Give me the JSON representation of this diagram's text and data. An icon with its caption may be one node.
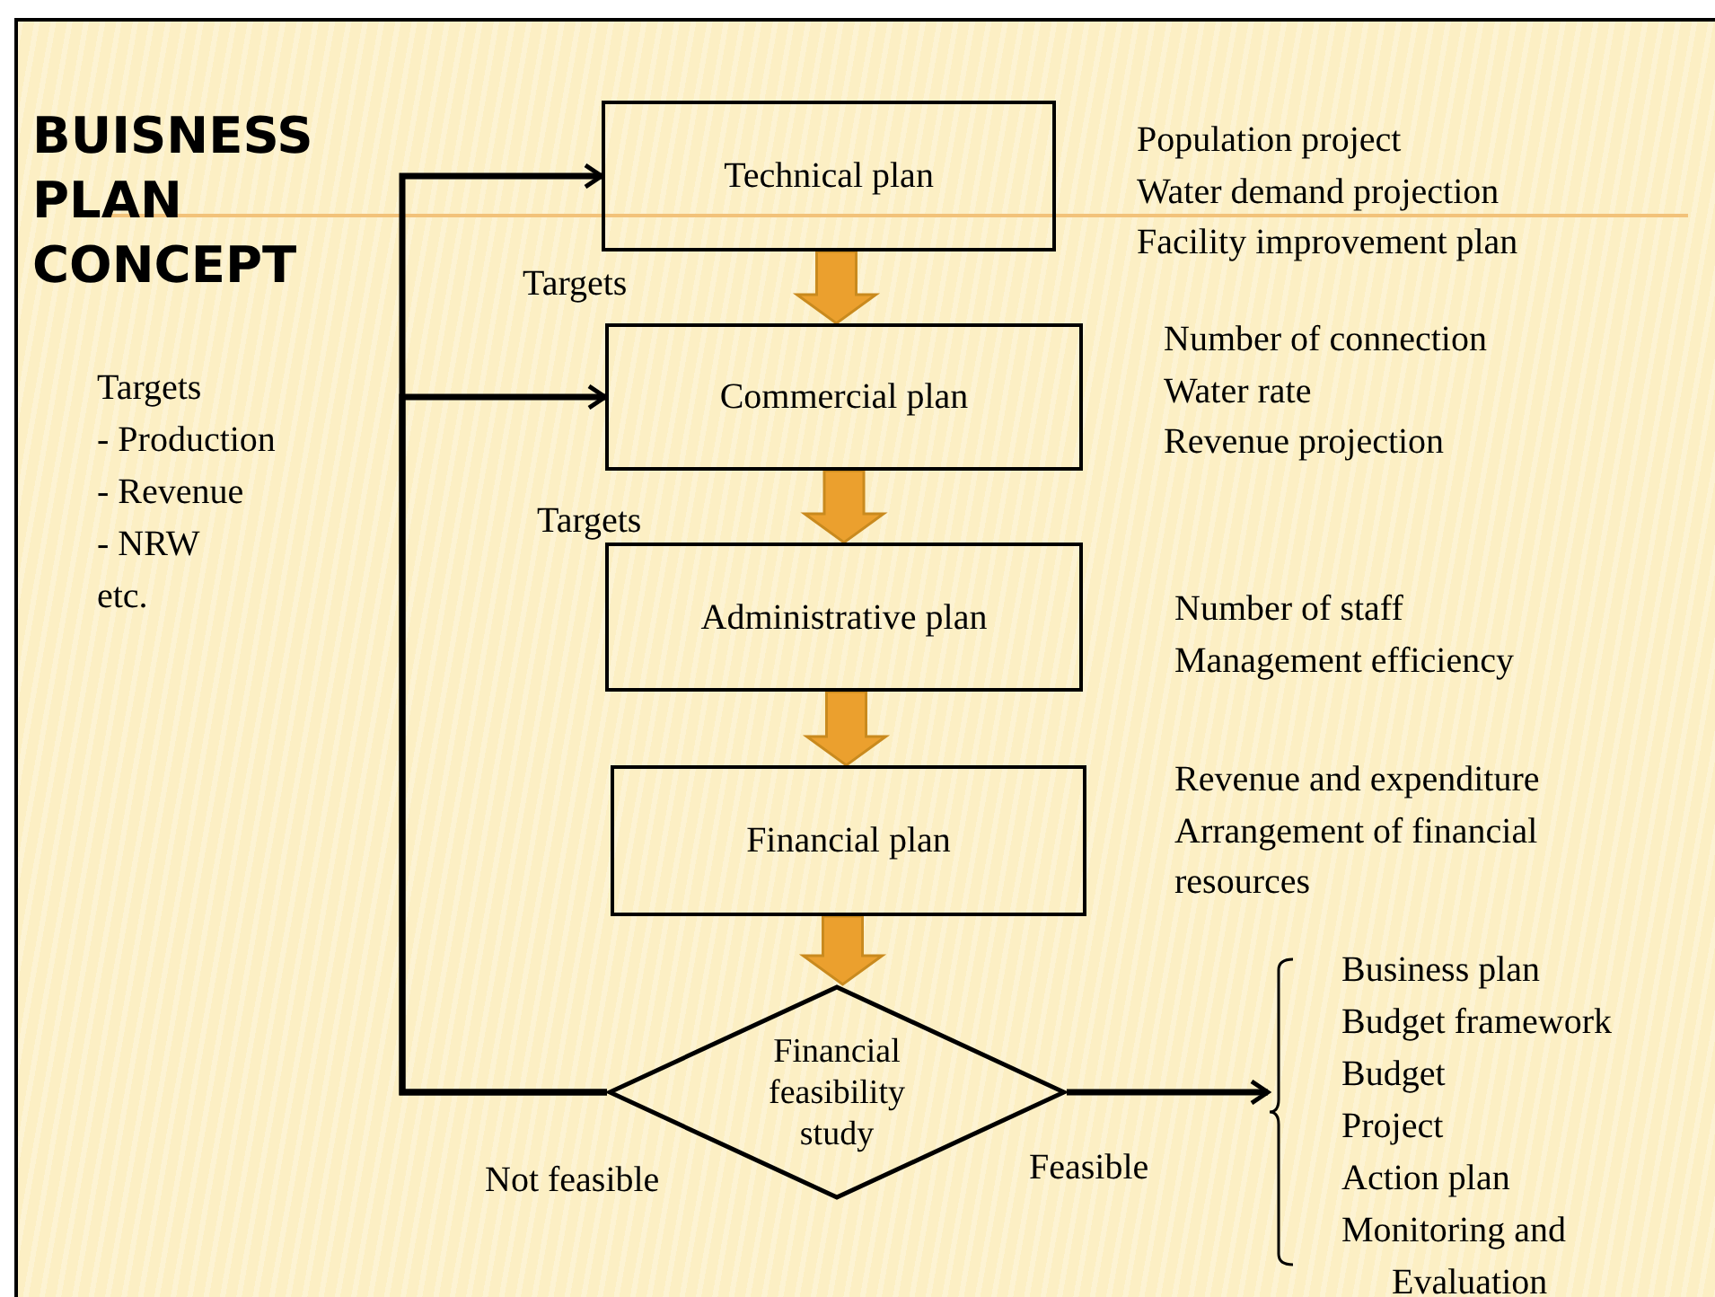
{
  "diagram": {
    "title": "BUISNESS PLAN CONCEPT",
    "nodes": [
      {
        "text": [
          "Technical plan"
        ],
        "beside": [
          "Population project",
          "Water demand projection",
          "Facility improvement plan"
        ]
      },
      {
        "text": [
          "Commercial plan"
        ],
        "beside": [
          "Number of connection",
          "Water rate",
          "Revenue projection"
        ]
      },
      {
        "text": [
          "Administrative plan"
        ],
        "beside": [
          "Number of staff",
          "Management efficiency"
        ]
      },
      {
        "text": [
          "Financial plan"
        ],
        "beside": [
          "Revenue and expenditure",
          "Arrangement of financial resources"
        ]
      },
      {
        "text": [
          "Financial feasibility study"
        ]
      },
      {
        "text": [
          "Business plan",
          "Budget framework",
          "Budget",
          "Project",
          "Action plan",
          "Monitoring and Evaluation"
        ]
      }
    ],
    "edges": [
      {
        "from": 0,
        "to": 1,
        "arrow": "to",
        "style": "thick",
        "color": "#eba02e"
      },
      {
        "from": 1,
        "to": 2,
        "arrow": "to",
        "style": "thick",
        "color": "#eba02e"
      },
      {
        "from": 2,
        "to": 3,
        "arrow": "to",
        "style": "thick",
        "color": "#eba02e"
      },
      {
        "from": 3,
        "to": 4,
        "arrow": "to",
        "style": "thick",
        "color": "#eba02e"
      },
      {
        "from": 4,
        "to": 5,
        "arrow": "to",
        "label": "Feasible"
      },
      {
        "from": 4,
        "to": 0,
        "arrow": "to",
        "label": "Not feasible"
      },
      {
        "from": 4,
        "to": 1,
        "arrow": "to"
      }
    ],
    "labels": [
      "Targets",
      "Targets",
      "- Production",
      "- Revenue",
      "Targets",
      "- NRW",
      "etc."
    ]
  }
}
